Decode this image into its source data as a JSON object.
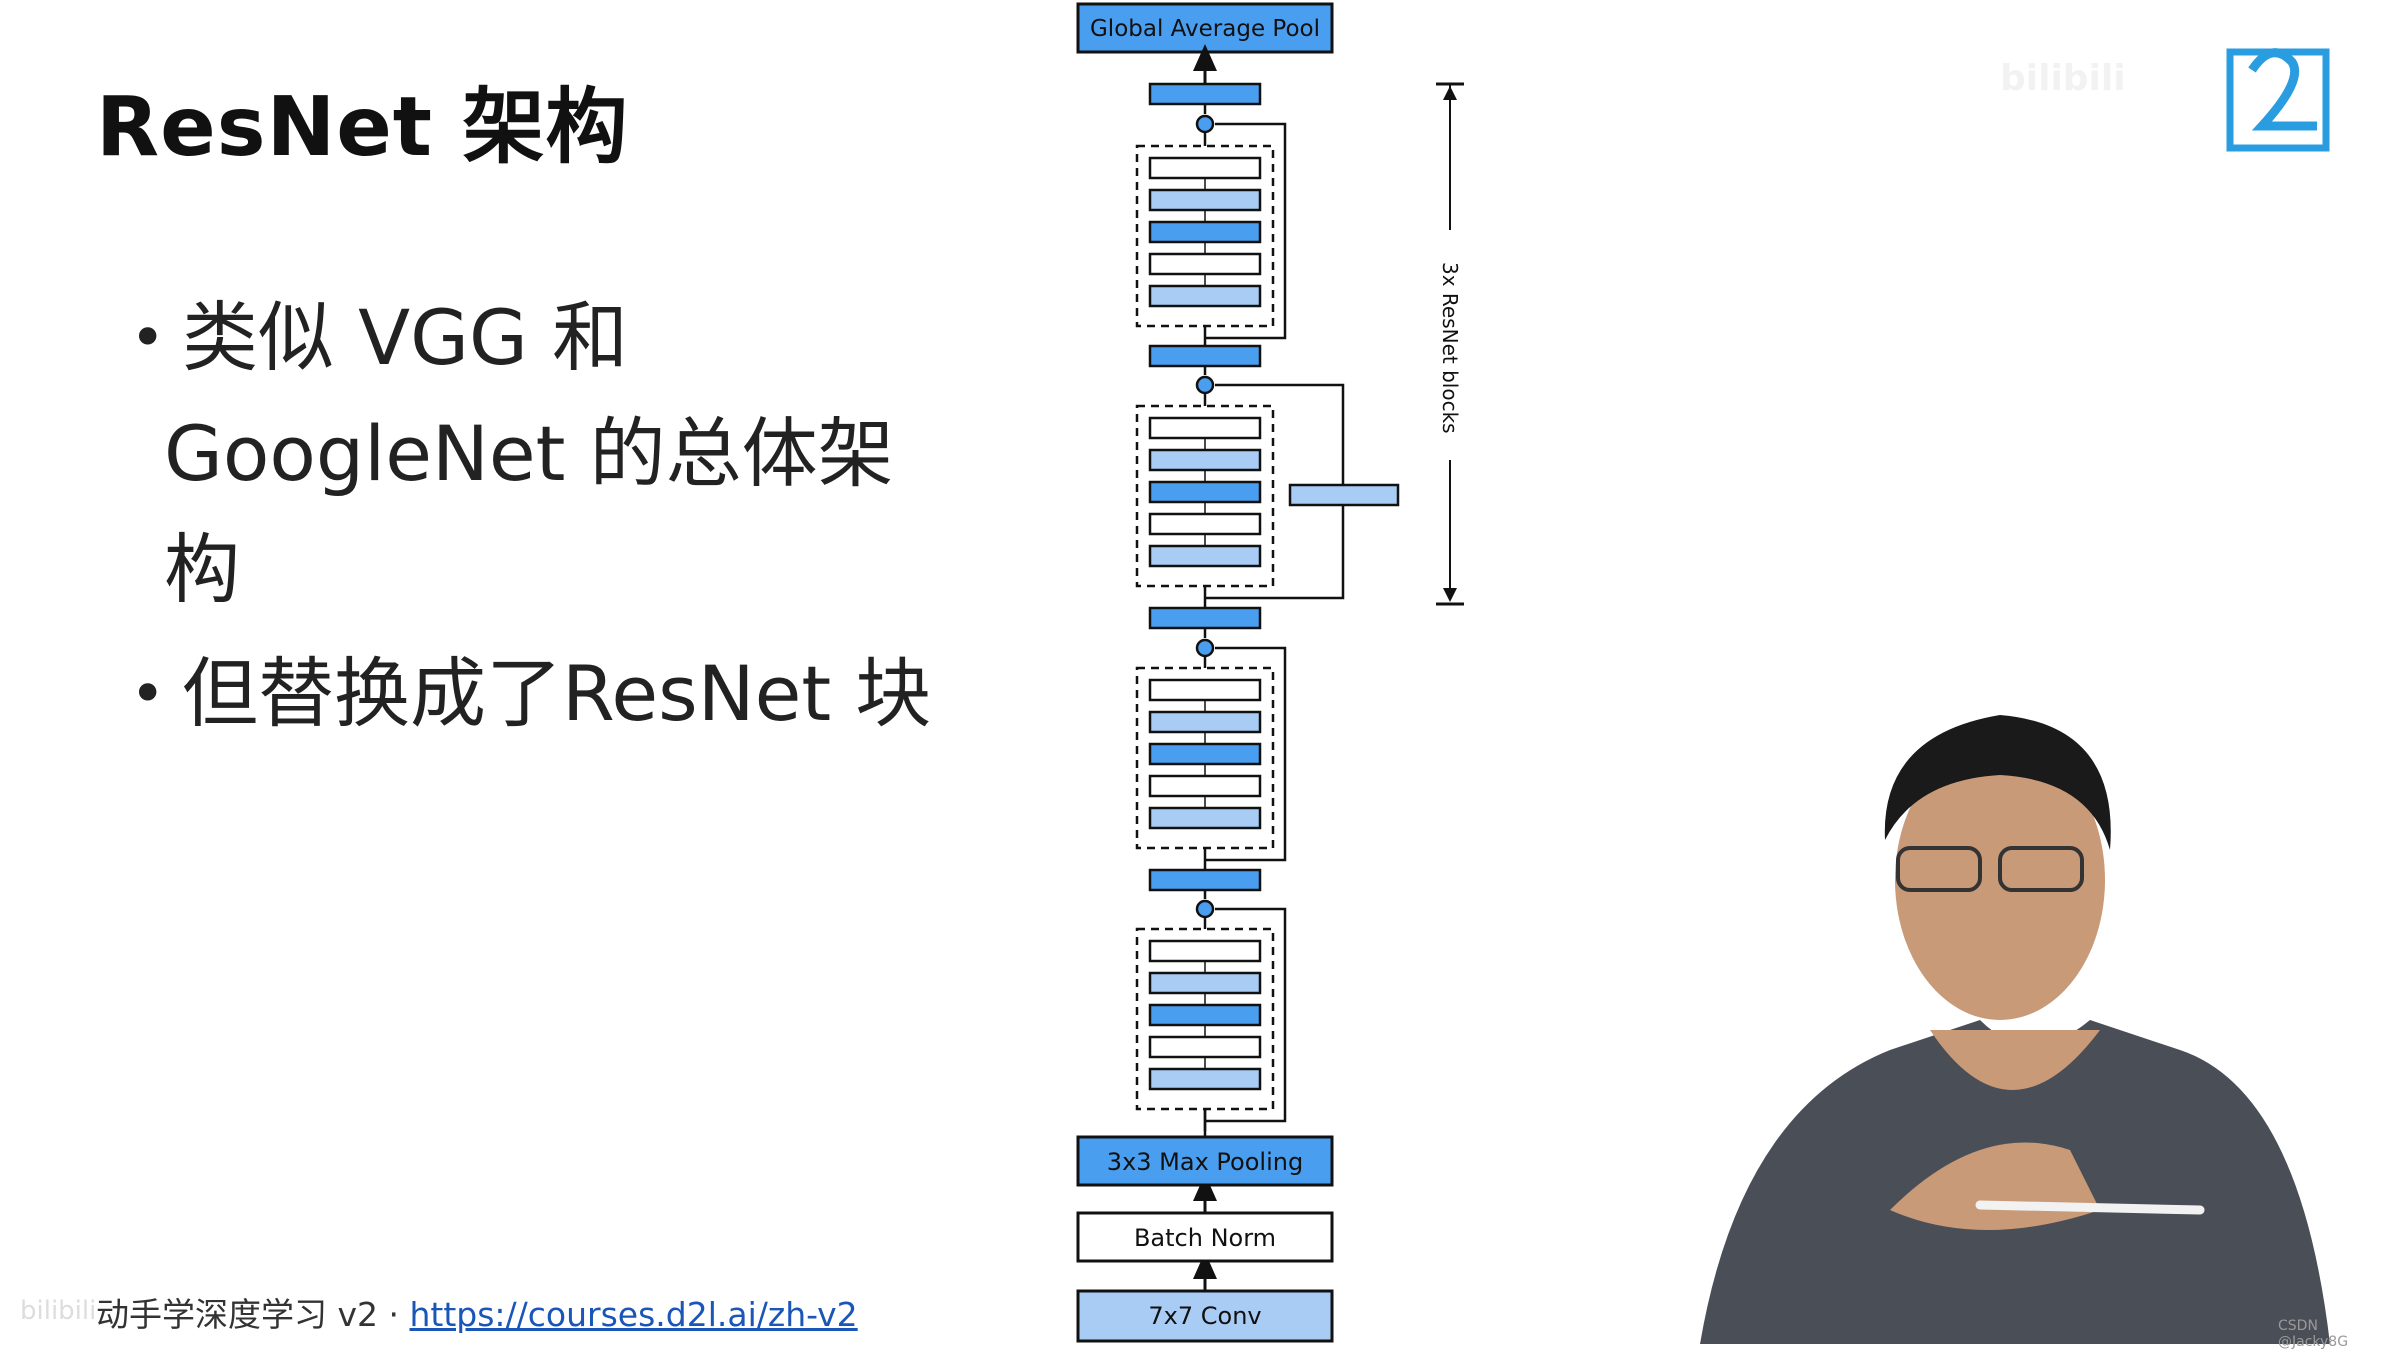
{
  "slide": {
    "title": "ResNet 架构",
    "bullets": [
      {
        "lines": [
          "类似 VGG 和",
          "GoogleNet 的总体架",
          "构"
        ]
      },
      {
        "lines": [
          "但替换成了ResNet 块"
        ]
      }
    ],
    "footer_text": "动手学深度学习 v2 · ",
    "footer_link": "https://courses.d2l.ai/zh-v2"
  },
  "diagram": {
    "top_label": "Global Average Pool",
    "side_label": "3x ResNet blocks",
    "pool_label": "3x3 Max Pooling",
    "norm_label": "Batch Norm",
    "conv_label": "7x7 Conv",
    "colors": {
      "dark_blue": "#4a9ef0",
      "light_blue": "#a9ccf5",
      "stroke": "#111111"
    }
  },
  "watermarks": {
    "bilibili": "bilibili",
    "csdn": "CSDN @Jacky8G"
  }
}
